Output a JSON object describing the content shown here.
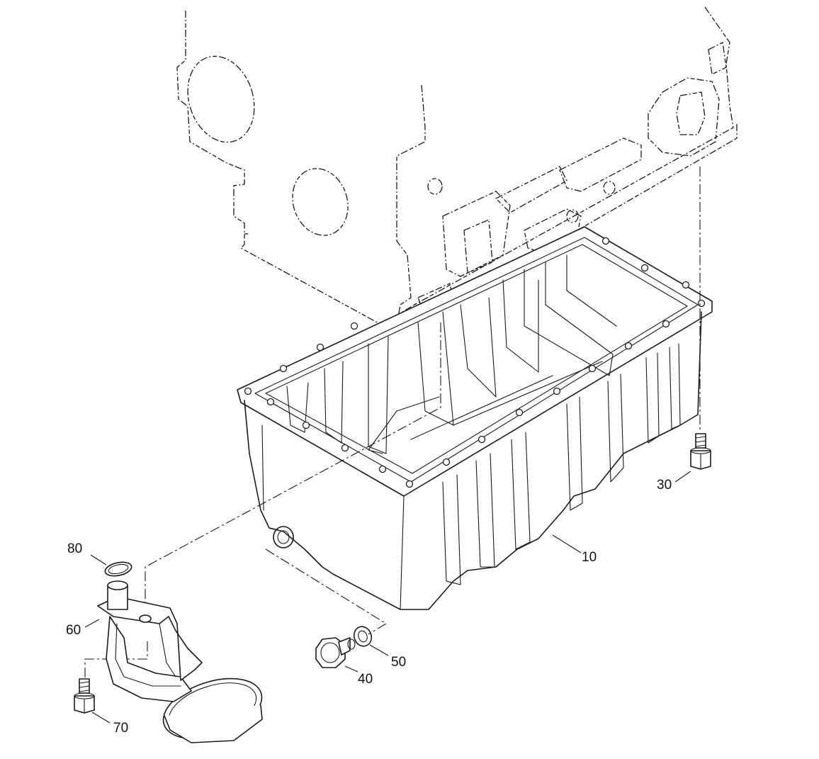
{
  "callouts": {
    "oil_pan": "10",
    "bolt_30": "30",
    "drain_plug": "40",
    "drain_washer": "50",
    "strainer": "60",
    "bolt_70": "70",
    "o_ring": "80"
  }
}
